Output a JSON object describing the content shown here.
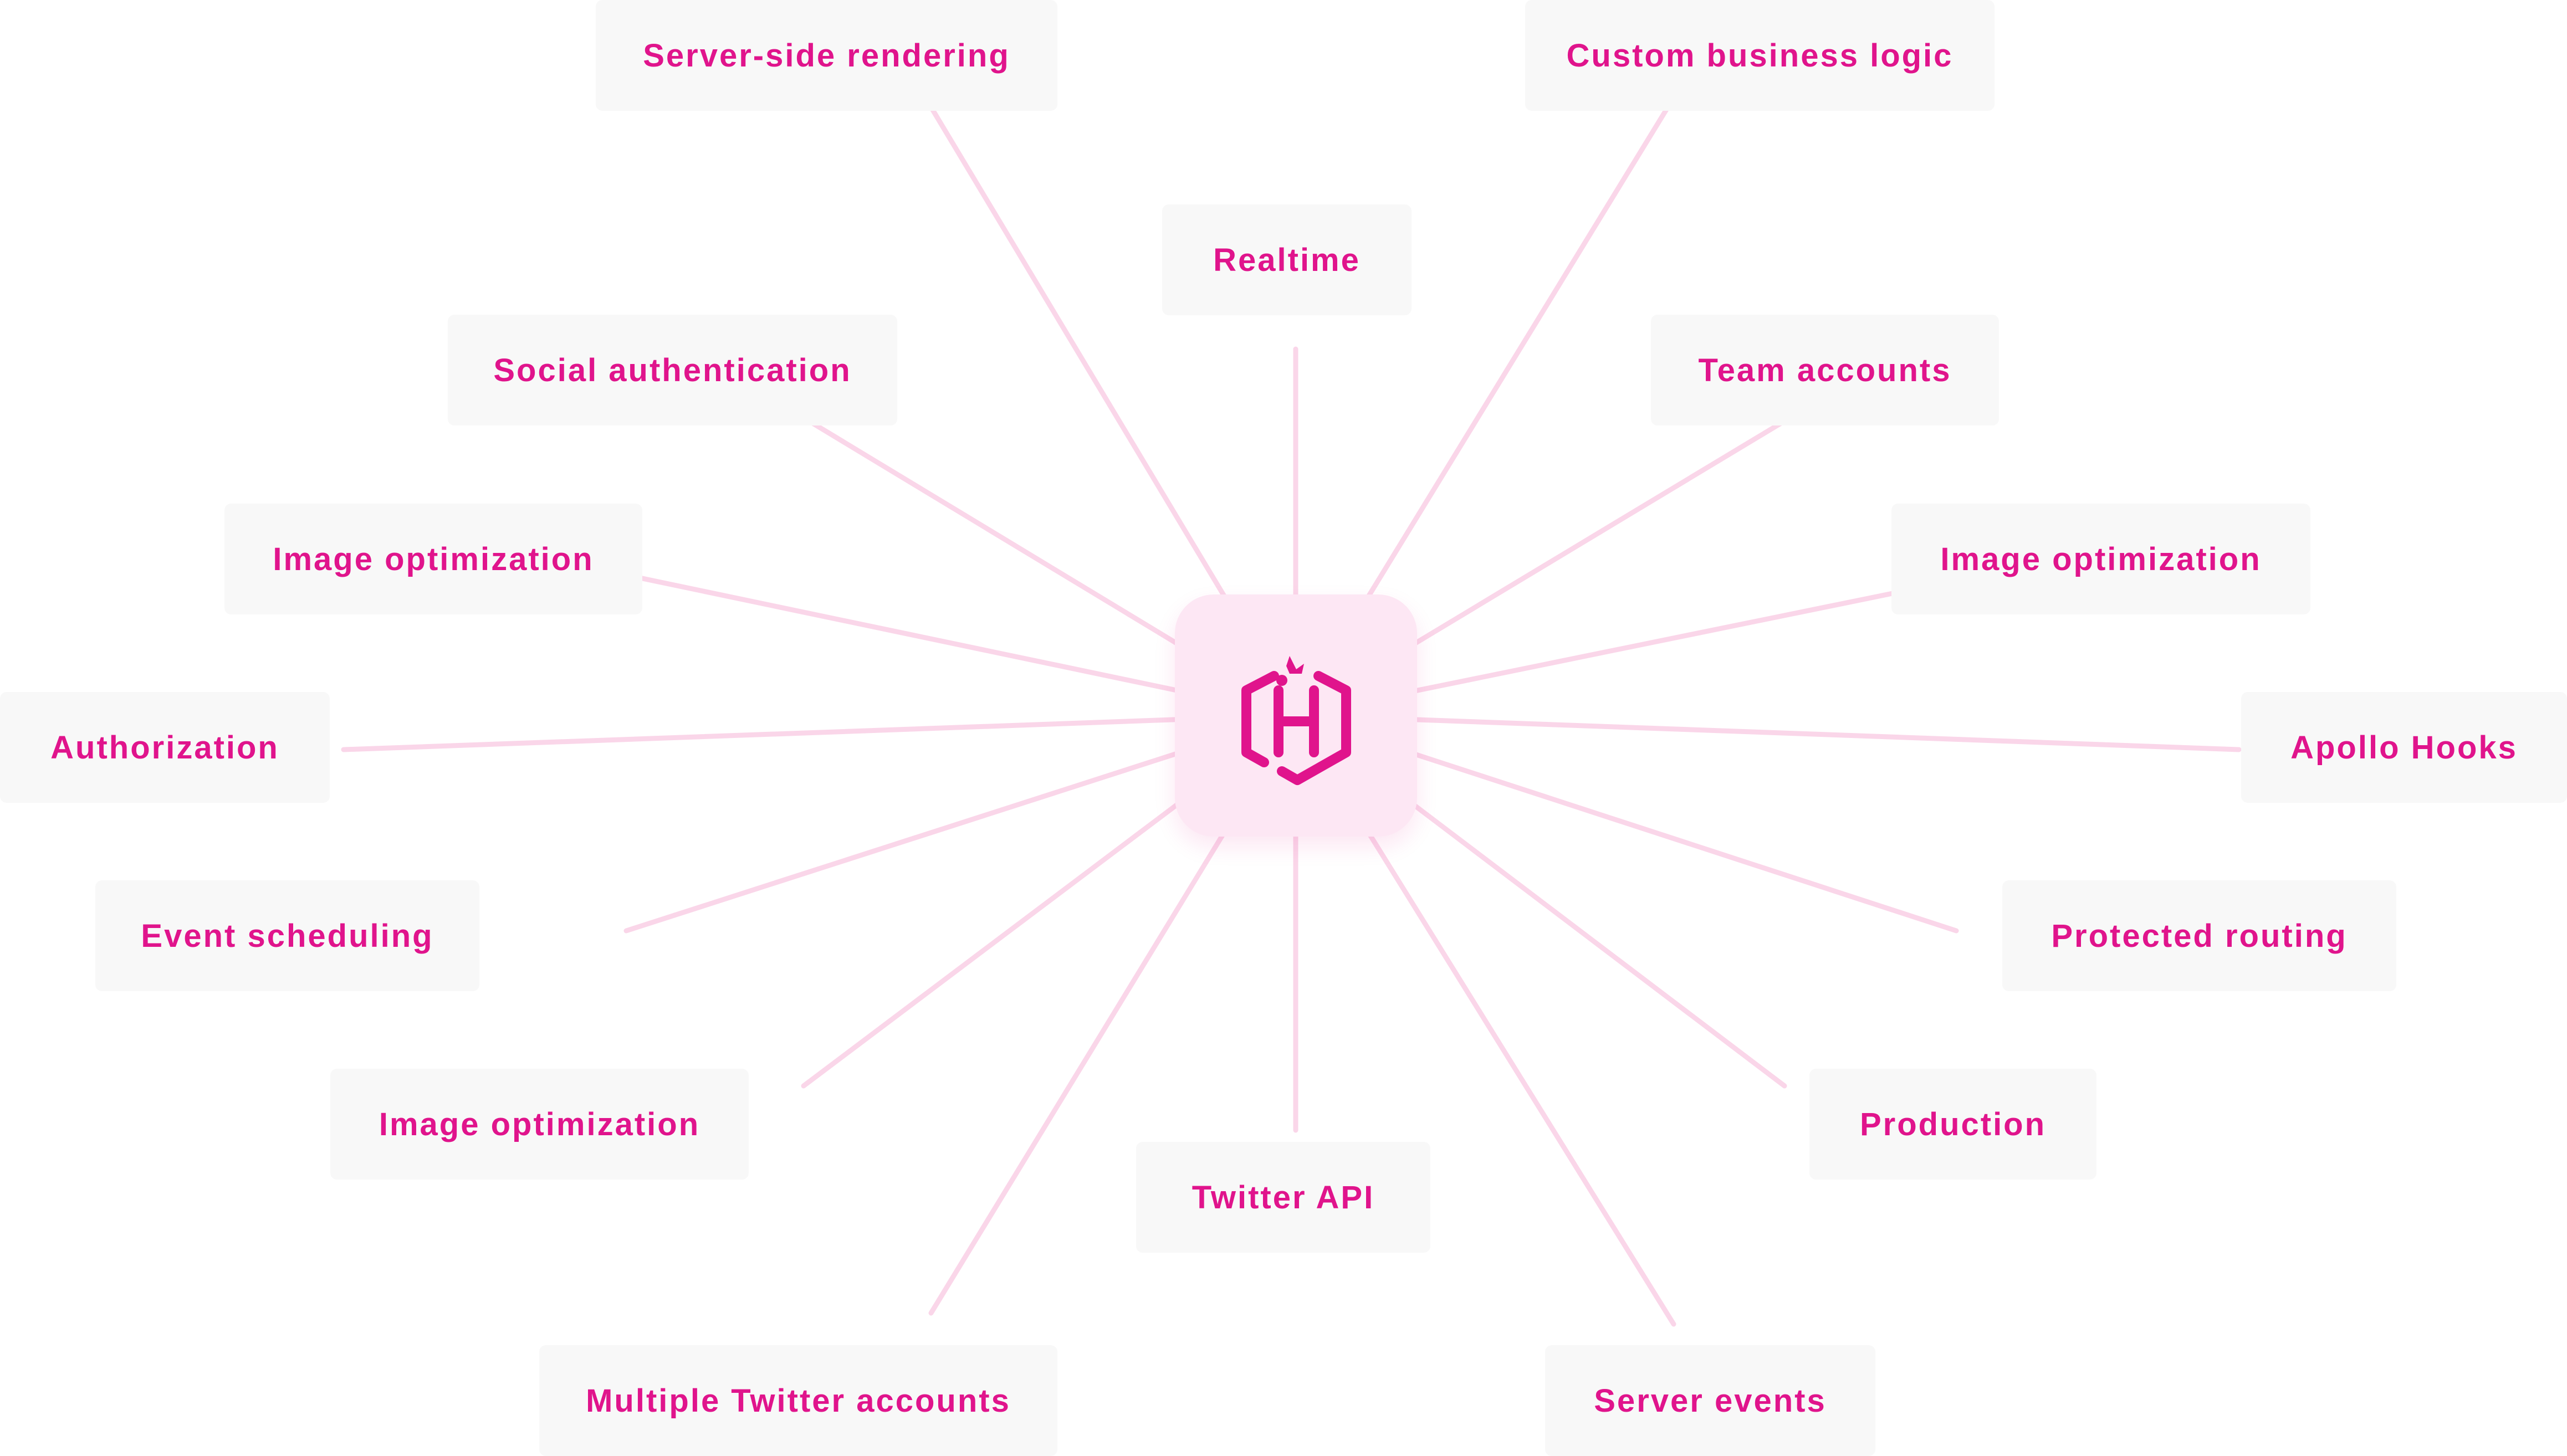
{
  "colors": {
    "accent": "#e0148c",
    "card_background": "#f8f8f8",
    "hub_background": "#fde7f4",
    "ray": "#f6b6d8"
  },
  "hub": {
    "icon": "hasura-logo-icon"
  },
  "features": [
    {
      "id": "server-side-rendering",
      "label": "Server-side rendering"
    },
    {
      "id": "custom-business-logic",
      "label": "Custom business logic"
    },
    {
      "id": "realtime",
      "label": "Realtime"
    },
    {
      "id": "social-authentication",
      "label": "Social authentication"
    },
    {
      "id": "team-accounts",
      "label": "Team accounts"
    },
    {
      "id": "image-optimization-left-upper",
      "label": "Image optimization"
    },
    {
      "id": "image-optimization-right",
      "label": "Image optimization"
    },
    {
      "id": "authorization",
      "label": "Authorization"
    },
    {
      "id": "apollo-hooks",
      "label": "Apollo Hooks"
    },
    {
      "id": "event-scheduling",
      "label": "Event scheduling"
    },
    {
      "id": "protected-routing",
      "label": "Protected routing"
    },
    {
      "id": "image-optimization-left-lower",
      "label": "Image optimization"
    },
    {
      "id": "production",
      "label": "Production"
    },
    {
      "id": "twitter-api",
      "label": "Twitter API"
    },
    {
      "id": "multiple-twitter-accounts",
      "label": "Multiple Twitter accounts"
    },
    {
      "id": "server-events",
      "label": "Server events"
    }
  ]
}
